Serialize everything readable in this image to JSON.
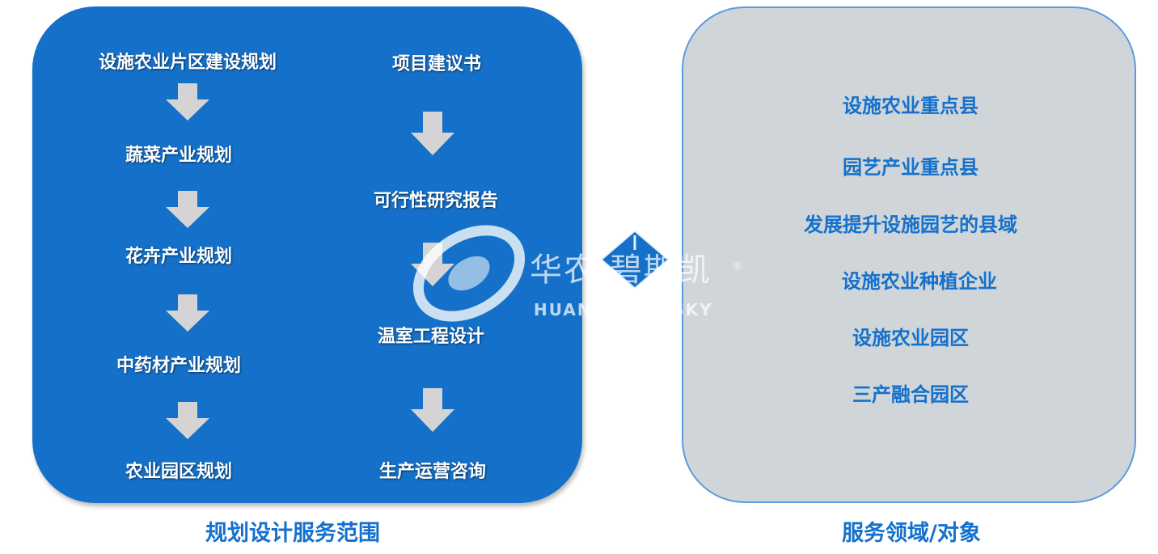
{
  "left_panel": {
    "column1": [
      "设施农业片区建设规划",
      "蔬菜产业规划",
      "花卉产业规划",
      "中药材产业规划",
      "农业园区规划"
    ],
    "column2": [
      "项目建议书",
      "可行性研究报告",
      "温室工程设计",
      "生产运营咨询"
    ],
    "caption": "规划设计服务范围"
  },
  "right_panel": {
    "targets": [
      "设施农业重点县",
      "园艺产业重点县",
      "发展提升设施园艺的县域",
      "设施农业种植企业",
      "设施农业园区",
      "三产融合园区"
    ],
    "caption": "服务领域/对象"
  },
  "watermark": {
    "brand_cn": "华农·碧斯凯",
    "brand_en": "HUANONG·BESKY",
    "registered": "®"
  },
  "colors": {
    "left_panel_bg": "#1470c8",
    "right_panel_bg": "#d0d5d9",
    "right_panel_border": "#5b9be0",
    "accent_text": "#1471cc",
    "arrow": "#d4d4d4"
  }
}
